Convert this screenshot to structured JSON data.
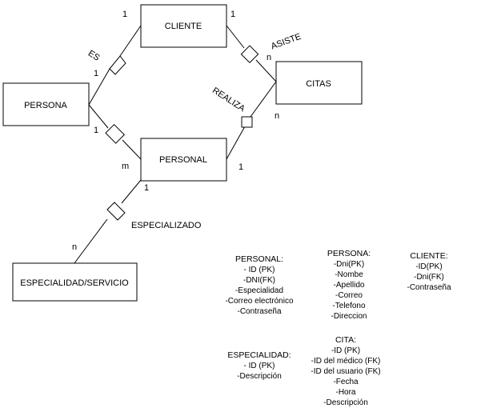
{
  "colors": {
    "stroke": "#000000",
    "background": "#ffffff",
    "text": "#000000"
  },
  "entities": {
    "cliente": "CLIENTE",
    "persona": "PERSONA",
    "citas": "CITAS",
    "personal": "PERSONAL",
    "especialidad": "ESPECIALIDAD/SERVICIO"
  },
  "relationships": {
    "es": "ES",
    "asiste": "ASISTE",
    "realiza": "REALIZA",
    "especializado": "ESPECIALIZADO"
  },
  "cardinalities": {
    "cliente_es": "1",
    "cliente_asiste": "1",
    "persona_es_top": "1",
    "persona_es_bottom": "1",
    "citas_asiste": "n",
    "citas_realiza": "n",
    "personal_m": "m",
    "personal_realiza": "1",
    "personal_especializado": "1",
    "especialidad_n": "n"
  },
  "attributes": {
    "personal": {
      "title": "PERSONAL:",
      "items": [
        "- ID (PK)",
        "-DNI(FK)",
        "-Especialidad",
        "-Correo electrónico",
        "-Contraseña"
      ]
    },
    "persona": {
      "title": "PERSONA:",
      "items": [
        "-Dni(PK)",
        "-Nombe",
        "-Apellido",
        "-Correo",
        "-Telefono",
        "-Direccion"
      ]
    },
    "cliente": {
      "title": "CLIENTE:",
      "items": [
        "-ID(PK)",
        "-Dni(FK)",
        "-Contraseña"
      ]
    },
    "especialidad": {
      "title": "ESPECIALIDAD:",
      "items": [
        "- ID (PK)",
        "-Descripción"
      ]
    },
    "cita": {
      "title": "CITA:",
      "items": [
        "-ID (PK)",
        "-ID del médico (FK)",
        "-ID del usuario (FK)",
        "-Fecha",
        "-Hora",
        "-Descripción"
      ]
    }
  }
}
